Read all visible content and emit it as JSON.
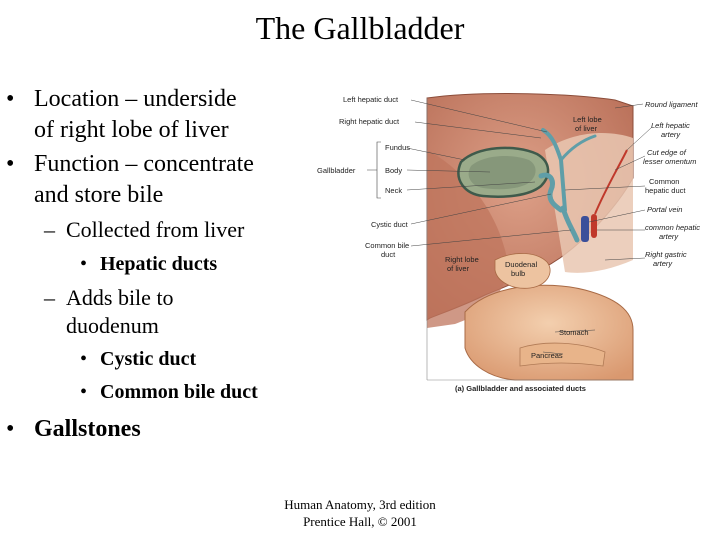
{
  "slide": {
    "title": "The Gallbladder",
    "bullets": {
      "location_line1": "Location – underside",
      "location_line2": "of right lobe of liver",
      "function_line1": "Function – concentrate",
      "function_line2": "and store bile",
      "collected": "Collected from liver",
      "hepatic_ducts": "Hepatic ducts",
      "adds_line1": "Adds bile to",
      "adds_line2": "duodenum",
      "cystic_duct": "Cystic duct",
      "common_bile_duct": "Common bile duct",
      "gallstones": "Gallstones"
    },
    "footer": {
      "line1": "Human Anatomy, 3rd edition",
      "line2": "Prentice Hall, © 2001"
    }
  },
  "figure": {
    "labels": {
      "left_hepatic_duct": "Left hepatic duct",
      "right_hepatic_duct": "Right hepatic duct",
      "fundus": "Fundus",
      "gallbladder": "Gallbladder",
      "body": "Body",
      "neck": "Neck",
      "cystic_duct": "Cystic duct",
      "common_bile_duct_1": "Common bile",
      "common_bile_duct_2": "duct",
      "round_ligament": "Round ligament",
      "left_lobe_1": "Left lobe",
      "left_lobe_2": "of liver",
      "left_hepatic_artery_1": "Left hepatic",
      "left_hepatic_artery_2": "artery",
      "cut_edge_1": "Cut edge of",
      "cut_edge_2": "lesser omentum",
      "common_hepatic_duct_1": "Common",
      "common_hepatic_duct_2": "hepatic duct",
      "portal_vein": "Portal vein",
      "common_hepatic_artery_1": "common hepatic",
      "common_hepatic_artery_2": "artery",
      "right_gastric_1": "Right gastric",
      "right_gastric_2": "artery",
      "right_lobe_1": "Right lobe",
      "right_lobe_2": "of liver",
      "duodenal_bulb_1": "Duodenal",
      "duodenal_bulb_2": "bulb",
      "stomach": "Stomach",
      "pancreas": "Pancreas",
      "caption": "(a) Gallbladder and associated ducts"
    },
    "colors": {
      "liver": "#c9836a",
      "gallbladder": "#9aab8a",
      "duct": "#5f9ea8",
      "stomach": "#e7b591",
      "portal_vein": "#3b4f9a",
      "artery": "#c0392b"
    }
  }
}
